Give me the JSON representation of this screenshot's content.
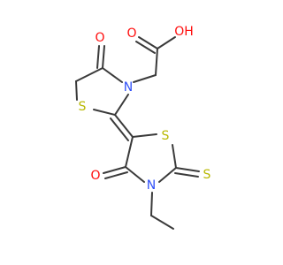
{
  "molecule": {
    "atom_labels": {
      "carbonyl_o1": "O",
      "acid_o_double": "O",
      "hydroxyl": "OH",
      "ring1_n": "N",
      "ring1_s": "S",
      "ring2_s": "S",
      "ring2_n": "N",
      "carbonyl_o2": "O",
      "thione_s": "S"
    },
    "colors": {
      "carbon_bond": "#3a3a3a",
      "oxygen": "#ff0d0d",
      "nitrogen": "#3050f8",
      "sulfur": "#b8b800"
    }
  }
}
